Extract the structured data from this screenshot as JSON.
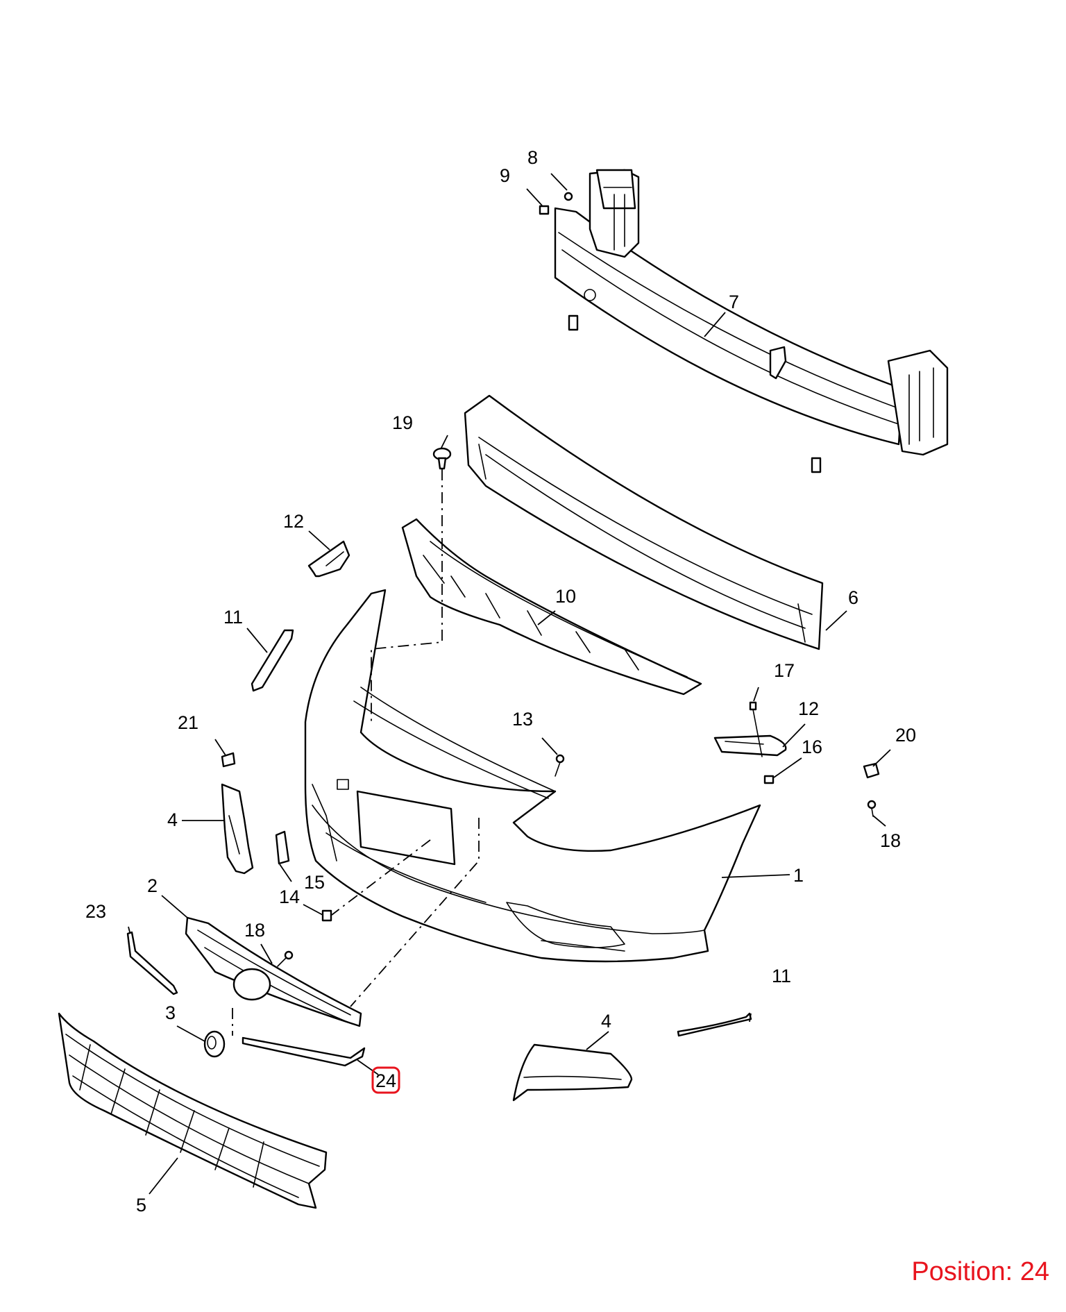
{
  "diagram": {
    "callouts": {
      "c1": "1",
      "c2": "2",
      "c3": "3",
      "c4a": "4",
      "c4b": "4",
      "c5": "5",
      "c6": "6",
      "c7": "7",
      "c8": "8",
      "c9": "9",
      "c10": "10",
      "c11a": "11",
      "c11b": "11",
      "c12a": "12",
      "c12b": "12",
      "c13": "13",
      "c14": "14",
      "c15": "15",
      "c16": "16",
      "c17": "17",
      "c18a": "18",
      "c18b": "18",
      "c19": "19",
      "c20": "20",
      "c21": "21",
      "c23": "23",
      "c24": "24"
    },
    "highlight_color": "#e8141e"
  },
  "footer": {
    "position_prefix": "Position:",
    "position_value": "24"
  }
}
